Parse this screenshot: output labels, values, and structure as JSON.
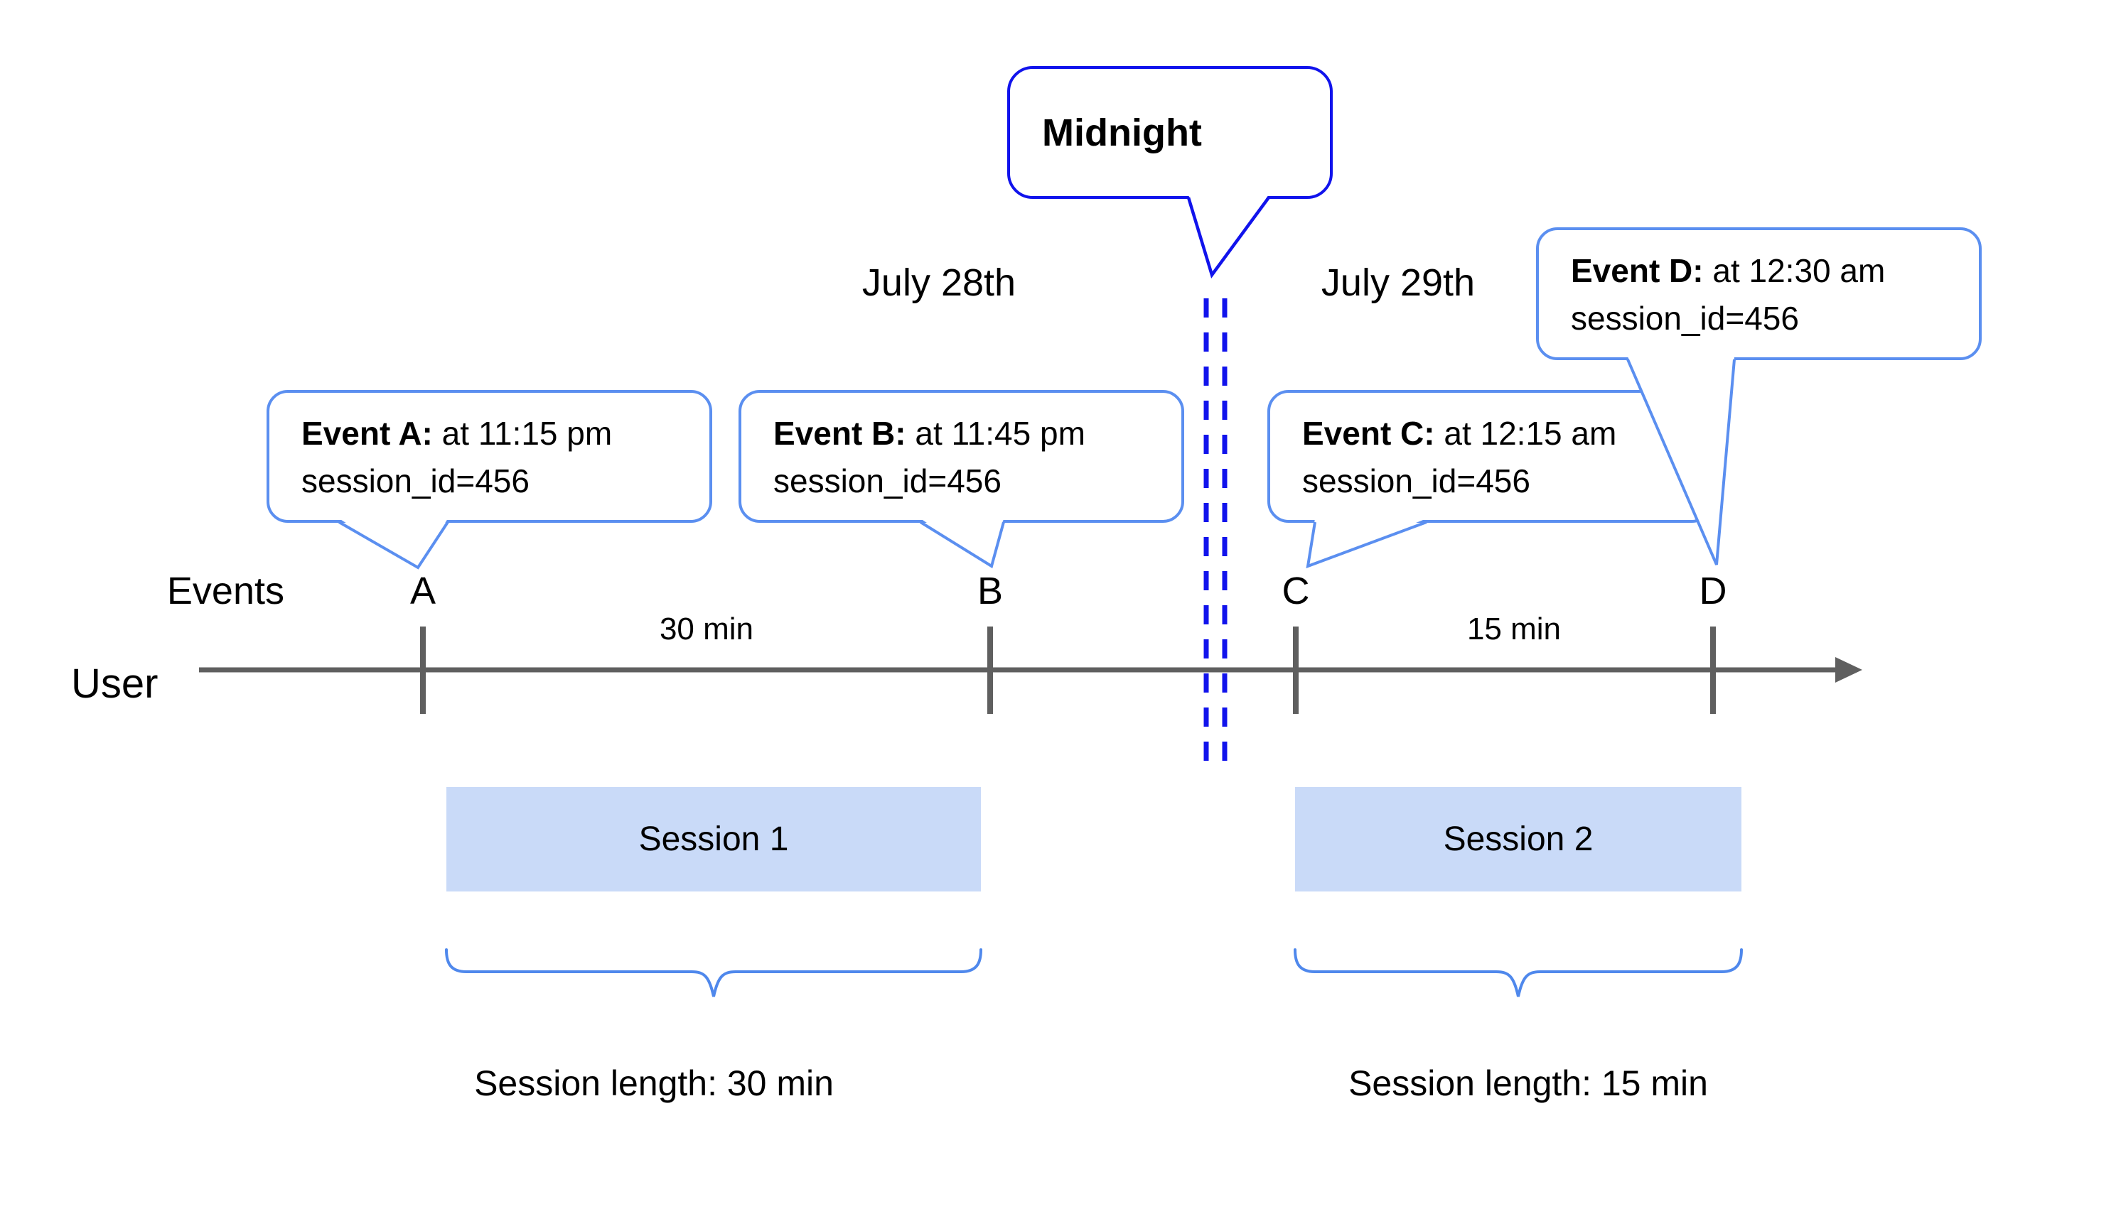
{
  "colors": {
    "accent_dark_blue": "#1113EC",
    "accent_light_blue": "#5B8FF0",
    "brace_blue": "#4F88EC",
    "session_fill": "#C9DAF8",
    "axis_gray": "#5F5F5F",
    "text_black": "#000000"
  },
  "midnight_callout": {
    "label": "Midnight"
  },
  "dates": {
    "left": "July 28th",
    "right": "July 29th"
  },
  "axis": {
    "events_label": "Events",
    "user_label": "User"
  },
  "intervals": {
    "ab": "30 min",
    "cd": "15 min"
  },
  "events": [
    {
      "label": "A",
      "bold": "Event A:",
      "time": " at 11:15 pm",
      "session": "session_id=456"
    },
    {
      "label": "B",
      "bold": "Event B:",
      "time": " at 11:45 pm",
      "session": "session_id=456"
    },
    {
      "label": "C",
      "bold": "Event C:",
      "time": " at 12:15 am",
      "session": "session_id=456"
    },
    {
      "label": "D",
      "bold": "Event D:",
      "time": " at 12:30 am",
      "session": "session_id=456"
    }
  ],
  "sessions": [
    {
      "label": "Session 1",
      "length_label": "Session length: 30 min"
    },
    {
      "label": "Session 2",
      "length_label": "Session length: 15 min"
    }
  ]
}
